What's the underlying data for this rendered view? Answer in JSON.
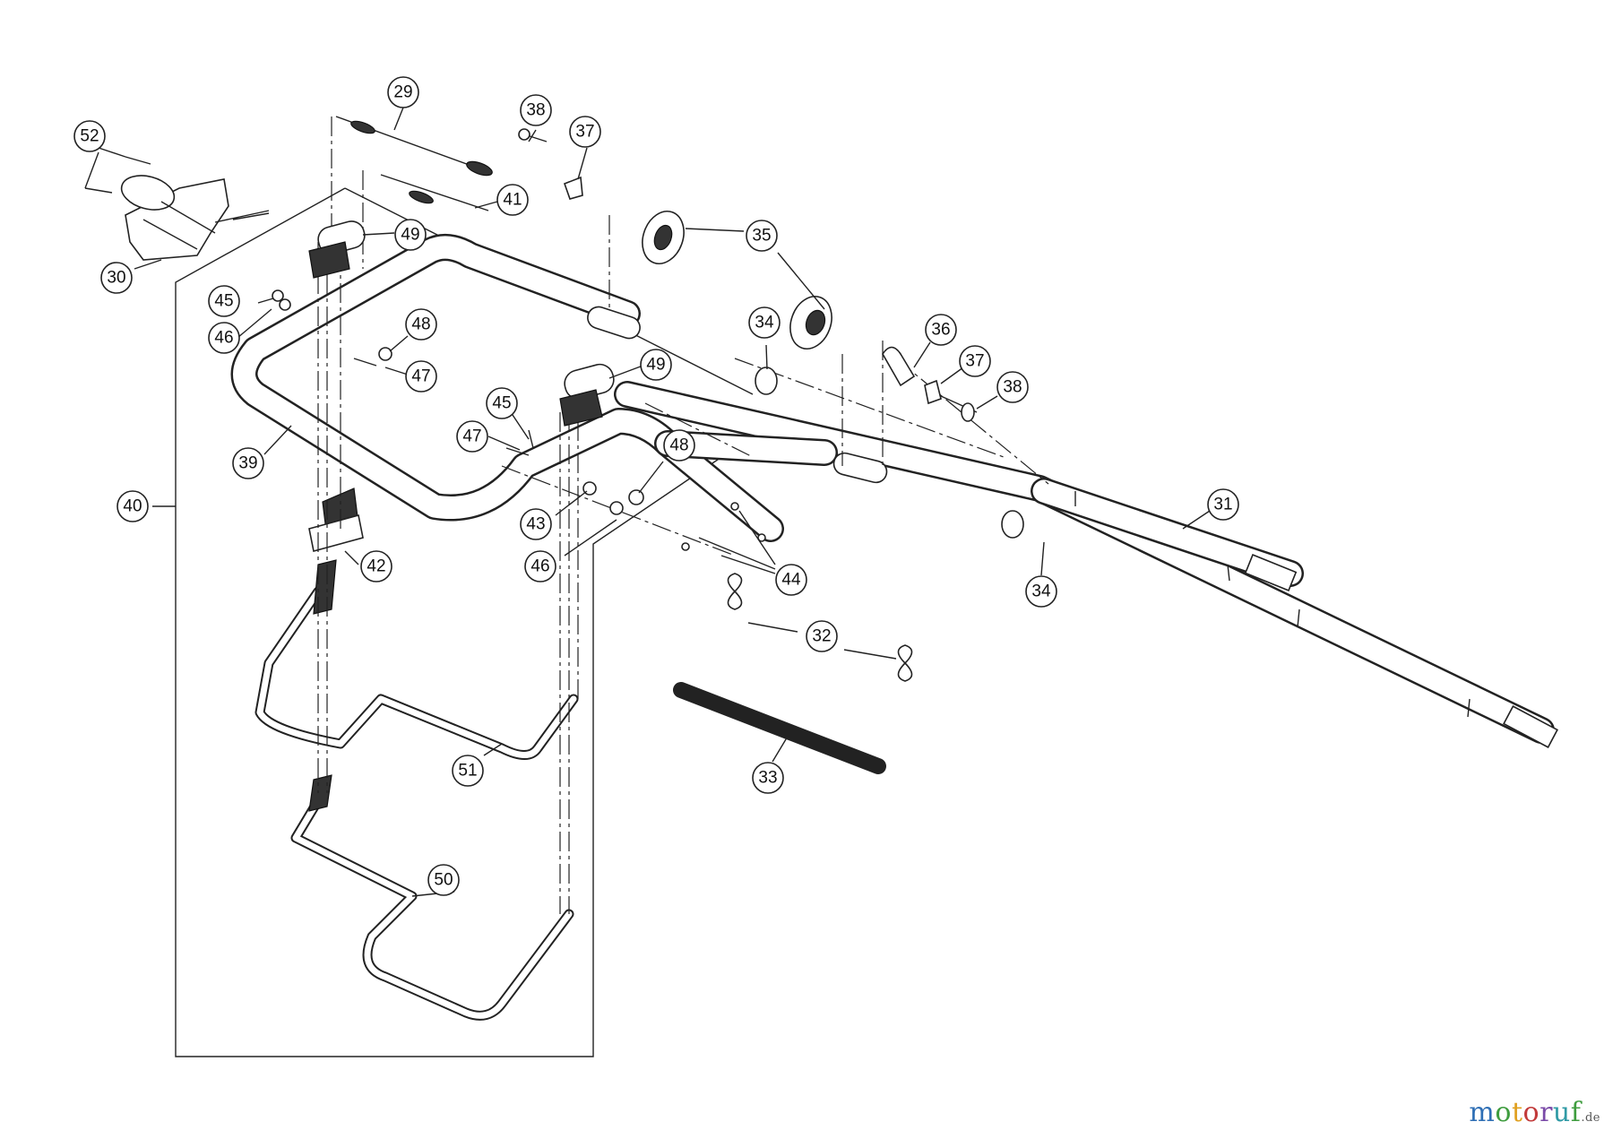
{
  "callouts": [
    {
      "id": "c52",
      "label": "52"
    },
    {
      "id": "c30",
      "label": "30"
    },
    {
      "id": "c29",
      "label": "29"
    },
    {
      "id": "c41",
      "label": "41"
    },
    {
      "id": "c38a",
      "label": "38"
    },
    {
      "id": "c37a",
      "label": "37"
    },
    {
      "id": "c35",
      "label": "35"
    },
    {
      "id": "c49a",
      "label": "49"
    },
    {
      "id": "c45a",
      "label": "45"
    },
    {
      "id": "c46a",
      "label": "46"
    },
    {
      "id": "c48a",
      "label": "48"
    },
    {
      "id": "c47a",
      "label": "47"
    },
    {
      "id": "c39",
      "label": "39"
    },
    {
      "id": "c40",
      "label": "40"
    },
    {
      "id": "c42",
      "label": "42"
    },
    {
      "id": "c49b",
      "label": "49"
    },
    {
      "id": "c45b",
      "label": "45"
    },
    {
      "id": "c47b",
      "label": "47"
    },
    {
      "id": "c48b",
      "label": "48"
    },
    {
      "id": "c43",
      "label": "43"
    },
    {
      "id": "c46b",
      "label": "46"
    },
    {
      "id": "c34a",
      "label": "34"
    },
    {
      "id": "c36",
      "label": "36"
    },
    {
      "id": "c37b",
      "label": "37"
    },
    {
      "id": "c38b",
      "label": "38"
    },
    {
      "id": "c31",
      "label": "31"
    },
    {
      "id": "c34b",
      "label": "34"
    },
    {
      "id": "c44",
      "label": "44"
    },
    {
      "id": "c32",
      "label": "32"
    },
    {
      "id": "c33",
      "label": "33"
    },
    {
      "id": "c51",
      "label": "51"
    },
    {
      "id": "c50",
      "label": "50"
    }
  ],
  "brand": {
    "m": "m",
    "o1": "o",
    "t": "t",
    "o2": "o",
    "r": "r",
    "u": "u",
    "f": "f",
    "tld": ".de"
  }
}
